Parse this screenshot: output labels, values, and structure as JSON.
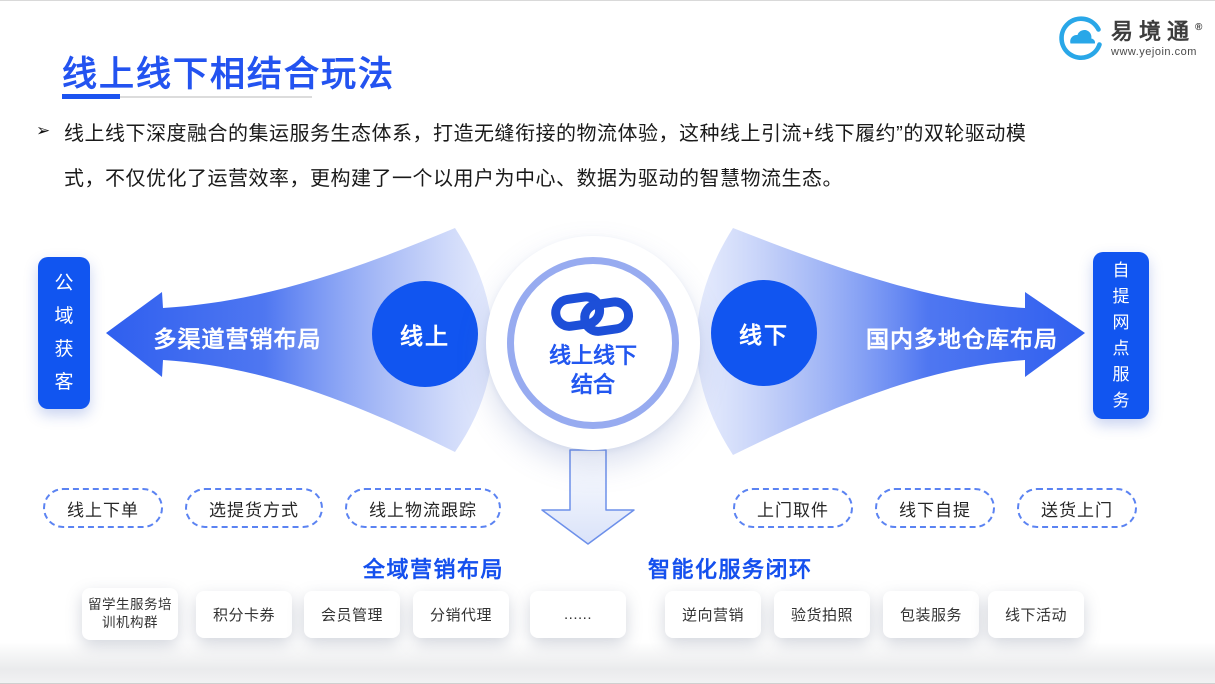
{
  "meta": {
    "accent_blue": "#1155f0",
    "title_blue": "#2353f0",
    "ring_blue": "#97abf0",
    "logo_blue": "#29a7e8"
  },
  "logo": {
    "brand": "易境通",
    "registered": "®",
    "website": "www.yejoin.com"
  },
  "header": {
    "title": "线上线下相结合玩法"
  },
  "intro": {
    "bullet": "➢",
    "line1": "线上线下深度融合的集运服务生态体系，打造无缝衔接的物流体验，这种线上引流+线下履约”的双轮驱动模",
    "line2": "式，不仅优化了运营效率，更构建了一个以用户为中心、数据为驱动的智慧物流生态。"
  },
  "diagram": {
    "left_box_label": "公域获客",
    "left_arrow_label": "多渠道营销布局",
    "online_label": "线上",
    "center_line1": "线上线下",
    "center_line2": "结合",
    "offline_label": "线下",
    "right_arrow_label": "国内多地仓库布局",
    "right_box_label": "自提网点服务"
  },
  "pills_left": [
    {
      "label": "线上下单"
    },
    {
      "label": "选提货方式"
    },
    {
      "label": "线上物流跟踪"
    }
  ],
  "pills_right": [
    {
      "label": "上门取件"
    },
    {
      "label": "线下自提"
    },
    {
      "label": "送货上门"
    }
  ],
  "section_titles": {
    "left": "全域营销布局",
    "right": "智能化服务闭环"
  },
  "cards": [
    {
      "label": "留学生服务培训机构群"
    },
    {
      "label": "积分卡券"
    },
    {
      "label": "会员管理"
    },
    {
      "label": "分销代理"
    },
    {
      "label": "......"
    },
    {
      "label": "逆向营销"
    },
    {
      "label": "验货拍照"
    },
    {
      "label": "包装服务"
    },
    {
      "label": "线下活动"
    }
  ]
}
